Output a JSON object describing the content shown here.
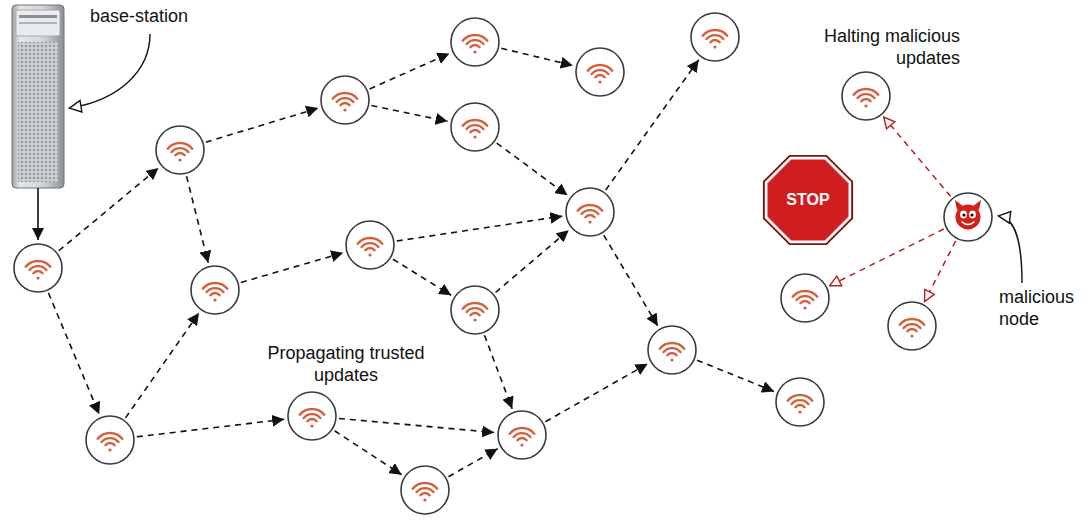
{
  "diagram": {
    "nodes": [
      {
        "text": [
          "STOP"
        ]
      }
    ],
    "labels": [
      "base-station",
      "Halting malicious updates",
      "Propagating trusted updates",
      "malicious node"
    ]
  }
}
